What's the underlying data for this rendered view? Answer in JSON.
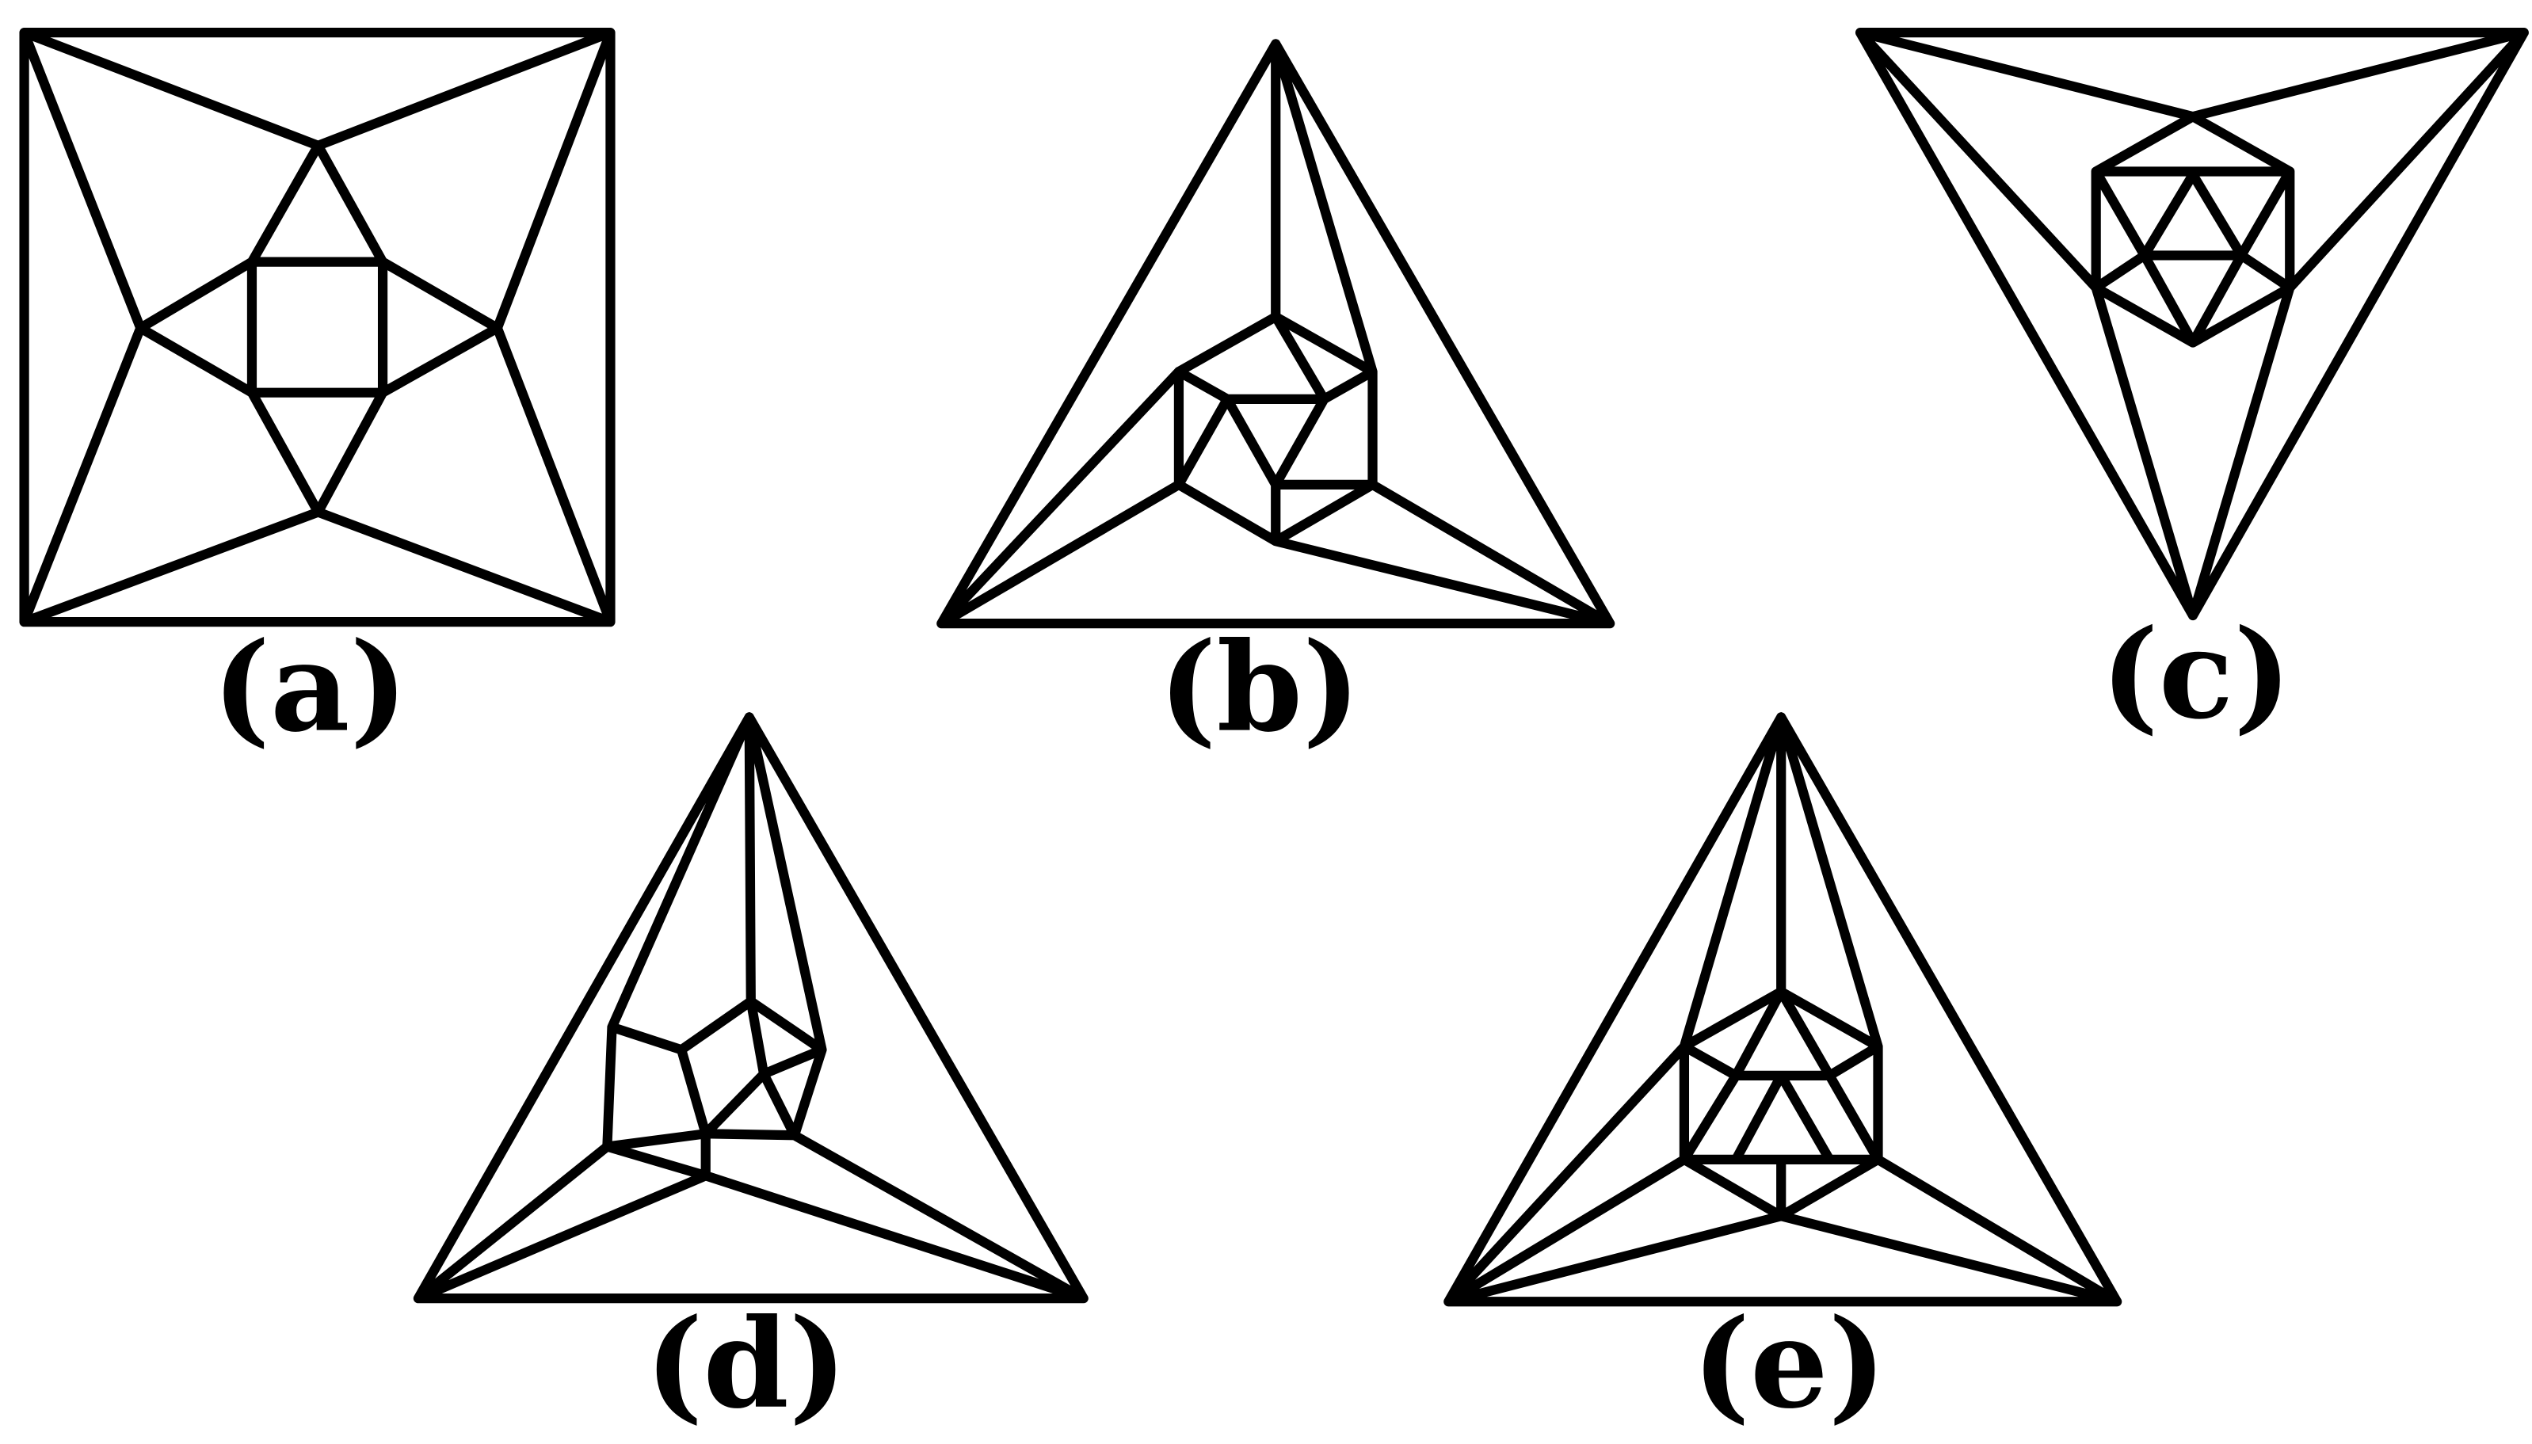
{
  "figure": {
    "panels": [
      {
        "id": "a",
        "label": "(a)"
      },
      {
        "id": "b",
        "label": "(b)"
      },
      {
        "id": "c",
        "label": "(c)"
      },
      {
        "id": "d",
        "label": "(d)"
      },
      {
        "id": "e",
        "label": "(e)"
      }
    ]
  },
  "style": {
    "stroke_color": "#000000",
    "background": "#ffffff"
  }
}
